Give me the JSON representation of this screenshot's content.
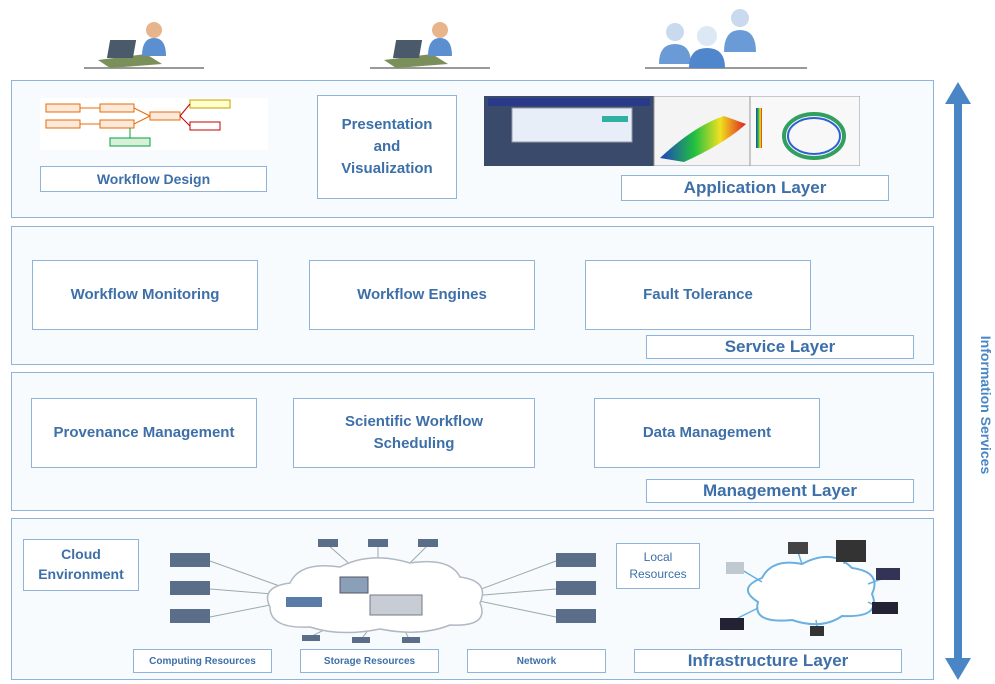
{
  "layers": {
    "application": {
      "label": "Application Layer",
      "workflow_design": "Workflow Design",
      "presentation": "Presentation\nand\nVisualization"
    },
    "service": {
      "label": "Service Layer",
      "monitoring": "Workflow Monitoring",
      "engines": "Workflow Engines",
      "fault_tolerance": "Fault Tolerance"
    },
    "management": {
      "label": "Management Layer",
      "provenance": "Provenance Management",
      "scheduling": "Scientific Workflow\nScheduling",
      "data_management": "Data Management"
    },
    "infrastructure": {
      "label": "Infrastructure Layer",
      "cloud_environment": "Cloud\nEnvironment",
      "local_resources": "Local\nResources",
      "computing_resources": "Computing Resources",
      "storage_resources": "Storage Resources",
      "network": "Network"
    }
  },
  "side_arrow": {
    "label": "Information Services"
  },
  "top_icons": [
    "user-workstation-icon",
    "user-workstation-icon",
    "user-group-icon"
  ],
  "colors": {
    "border": "#8fb3d9",
    "text": "#3d6fa8",
    "arrow": "#4a86c5"
  }
}
